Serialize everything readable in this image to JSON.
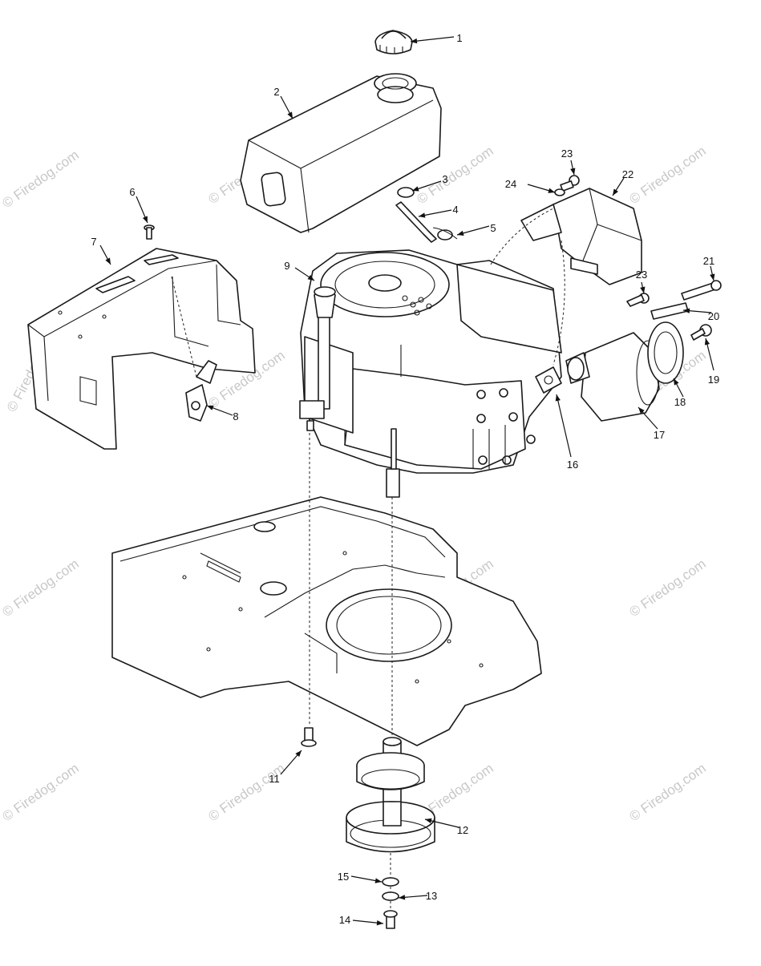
{
  "watermark": {
    "text": "© Firedog.com",
    "color": "#c8c8c8"
  },
  "callouts": [
    "1",
    "2",
    "3",
    "4",
    "5",
    "6",
    "7",
    "8",
    "9",
    "11",
    "12",
    "13",
    "14",
    "15",
    "16",
    "17",
    "18",
    "19",
    "20",
    "21",
    "22",
    "23",
    "23",
    "24"
  ]
}
